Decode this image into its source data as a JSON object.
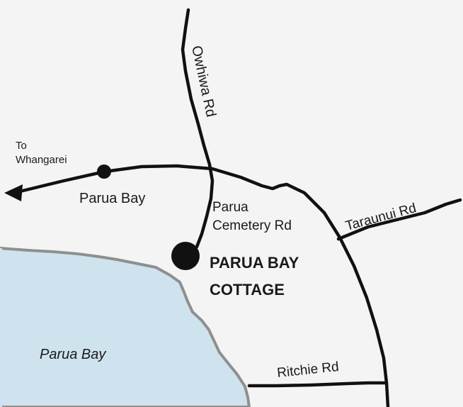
{
  "map": {
    "colors": {
      "land": "#f4f4f4",
      "water": "#cfe3ee",
      "shoreline": "#8f8f8f",
      "road": "#111111",
      "text": "#1a1a1a"
    },
    "places": {
      "destination_arrow": "To\nWhangarei",
      "destination_line1": "To",
      "destination_line2": "Whangarei",
      "town": "Parua Bay",
      "cottage_line1": "PARUA BAY",
      "cottage_line2": "COTTAGE",
      "water_body": "Parua Bay"
    },
    "roads": {
      "owhiwa": "Owhiwa Rd",
      "cemetery_line1": "Parua",
      "cemetery_line2": "Cemetery Rd",
      "taraunui": "Taraunui Rd",
      "ritchie": "Ritchie Rd"
    },
    "markers": {
      "town_marker": "town-dot",
      "cottage_marker": "cottage-dot"
    }
  }
}
